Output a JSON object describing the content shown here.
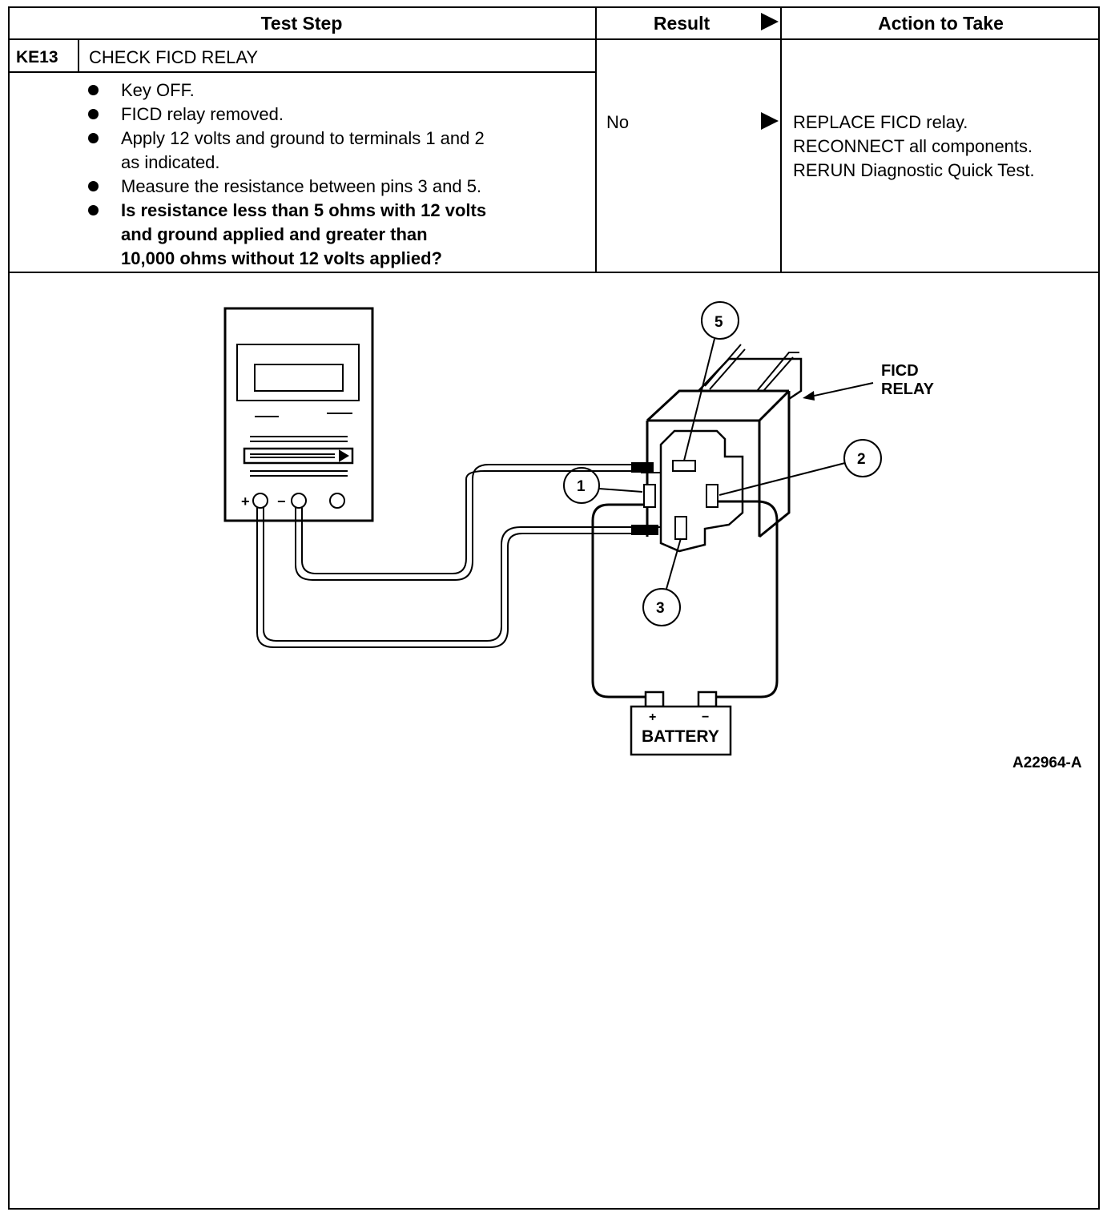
{
  "header": {
    "test_step": "Test Step",
    "result": "Result",
    "action": "Action to Take"
  },
  "step": {
    "id": "KE13",
    "title": "CHECK FICD RELAY",
    "bullets": [
      "Key OFF.",
      "FICD relay removed.",
      "Apply 12 volts and ground to terminals 1 and 2",
      "as indicated.",
      "Measure the resistance between pins 3 and 5.",
      "Is resistance less than 5 ohms with 12 volts",
      "and ground applied and greater than",
      "10,000 ohms without 12 volts applied?"
    ]
  },
  "result": {
    "value": "No"
  },
  "action": {
    "lines": [
      "REPLACE FICD relay.",
      "RECONNECT all components.",
      "RERUN Diagnostic Quick Test."
    ]
  },
  "figure": {
    "relay_label_line1": "FICD",
    "relay_label_line2": "RELAY",
    "callouts": [
      "1",
      "2",
      "3",
      "5"
    ],
    "meter_plus": "+",
    "meter_minus": "−",
    "battery_plus": "+",
    "battery_minus": "−",
    "battery_label": "BATTERY",
    "figure_id": "A22964-A"
  }
}
